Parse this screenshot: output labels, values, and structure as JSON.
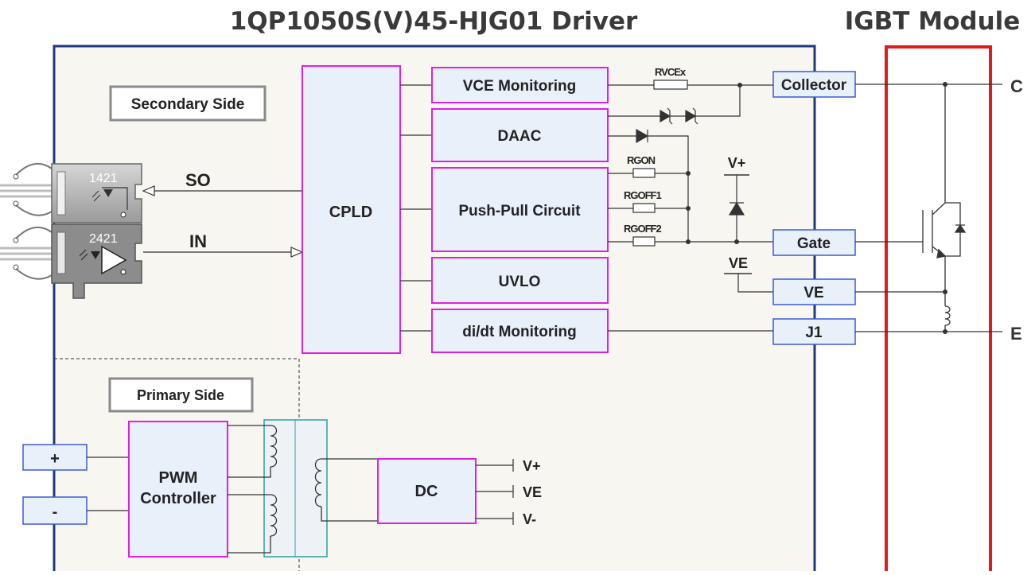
{
  "titles": {
    "driver": "1QP1050S(V)45-HJG01 Driver",
    "module": "IGBT Module"
  },
  "zones": {
    "secondary": "Secondary Side",
    "primary": "Primary Side"
  },
  "blocks": {
    "cpld": "CPLD",
    "vce": "VCE Monitoring",
    "daac": "DAAC",
    "pushpull": "Push-Pull Circuit",
    "uvlo": "UVLO",
    "didt": "di/dt Monitoring",
    "pwm_line1": "PWM",
    "pwm_line2": "Controller",
    "dc": "DC"
  },
  "pins": {
    "collector": "Collector",
    "gate": "Gate",
    "ve": "VE",
    "j1": "J1",
    "plus": "+",
    "minus": "-"
  },
  "signals": {
    "so": "SO",
    "in": "IN",
    "vplus": "V+",
    "ve": "VE",
    "dc_vplus": "V+",
    "dc_ve": "VE",
    "dc_vminus": "V-"
  },
  "resistors": {
    "rvcex": "RVCEx",
    "rgon": "RGON",
    "rgoff1": "RGOFF1",
    "rgoff2": "RGOFF2"
  },
  "terminals": {
    "c": "C",
    "e": "E"
  },
  "connectors": {
    "upper": "1421",
    "lower": "2421"
  },
  "colors": {
    "driver_border": "#1f3a7a",
    "block_border": "#e020e0",
    "block_fill": "#e8f0fa",
    "pin_border": "#3b5bd6",
    "module_border": "#e01b1b",
    "transformer_border": "#2aa0a0",
    "panel_fill": "#f7f6f0"
  }
}
